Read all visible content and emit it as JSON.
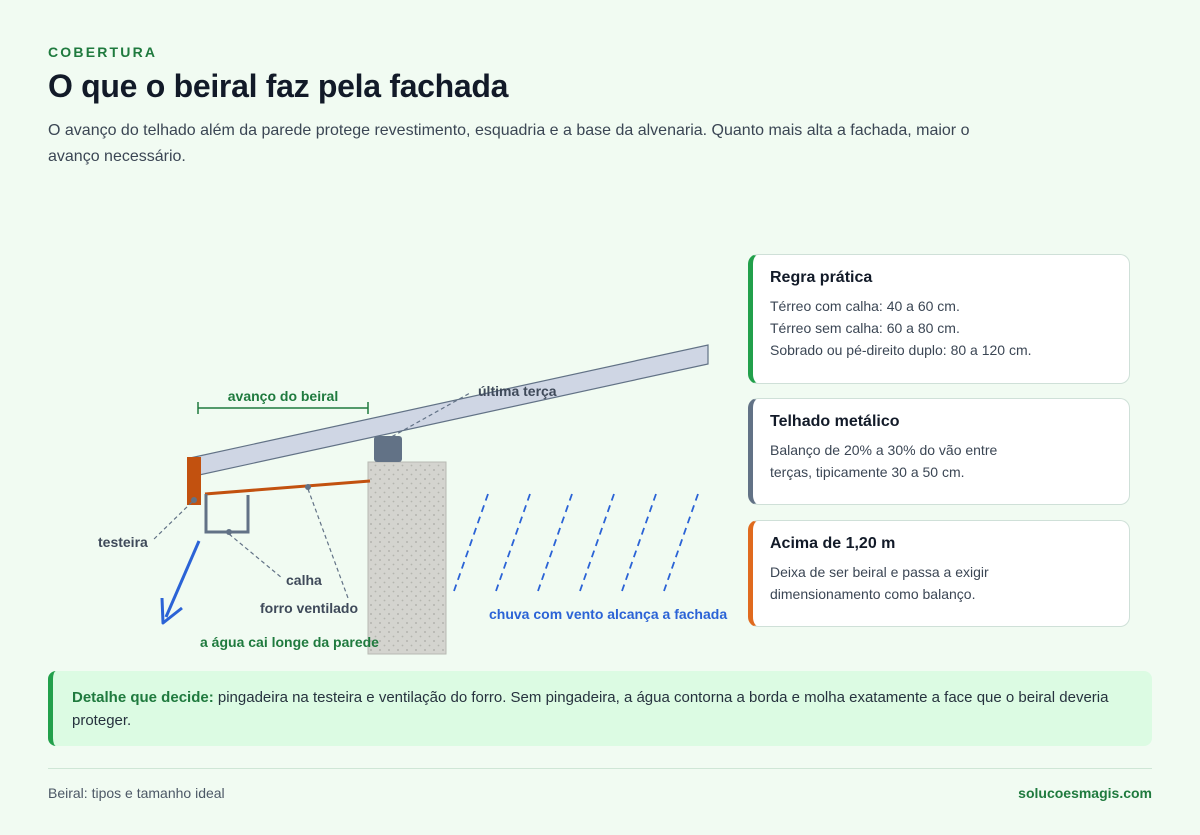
{
  "header": {
    "eyebrow": "COBERTURA",
    "title": "O que o beiral faz pela fachada",
    "lead": "O avanço do telhado além da parede protege revestimento, esquadria e a base da alvenaria. Quanto mais alta a fachada, maior o avanço necessário."
  },
  "diagram": {
    "labels": {
      "overhang": "avanço do beiral",
      "last_purlin": "última terça",
      "fascia": "testeira",
      "gutter": "calha",
      "soffit": "forro ventilado",
      "water_falls": "a água cai longe da parede",
      "wind_rain": "chuva com vento alcança a fachada"
    },
    "colors": {
      "accent_green": "#1f7a3e",
      "fascia_orange": "#c2510f",
      "rain_blue": "#2b63d6",
      "slate": "#627286"
    }
  },
  "cards": [
    {
      "title": "Regra prática",
      "lines": [
        "Térreo com calha: 40 a 60 cm.",
        "Térreo sem calha: 60 a 80 cm.",
        "Sobrado ou pé-direito duplo: 80 a 120 cm."
      ]
    },
    {
      "title": "Telhado metálico",
      "lines": [
        "Balanço de 20% a 30% do vão entre",
        "terças, tipicamente 30 a 50 cm."
      ]
    },
    {
      "title": "Acima de 1,20 m",
      "lines": [
        "Deixa de ser beiral e passa a exigir",
        "dimensionamento como balanço."
      ]
    }
  ],
  "callout": {
    "lead": "Detalhe que decide:",
    "text": " pingadeira na testeira e ventilação do forro. Sem pingadeira, a água contorna a borda e molha exatamente a face que o beiral deveria proteger."
  },
  "footer": {
    "left": "Beiral: tipos e tamanho ideal",
    "right": "solucoesmagis.com"
  }
}
